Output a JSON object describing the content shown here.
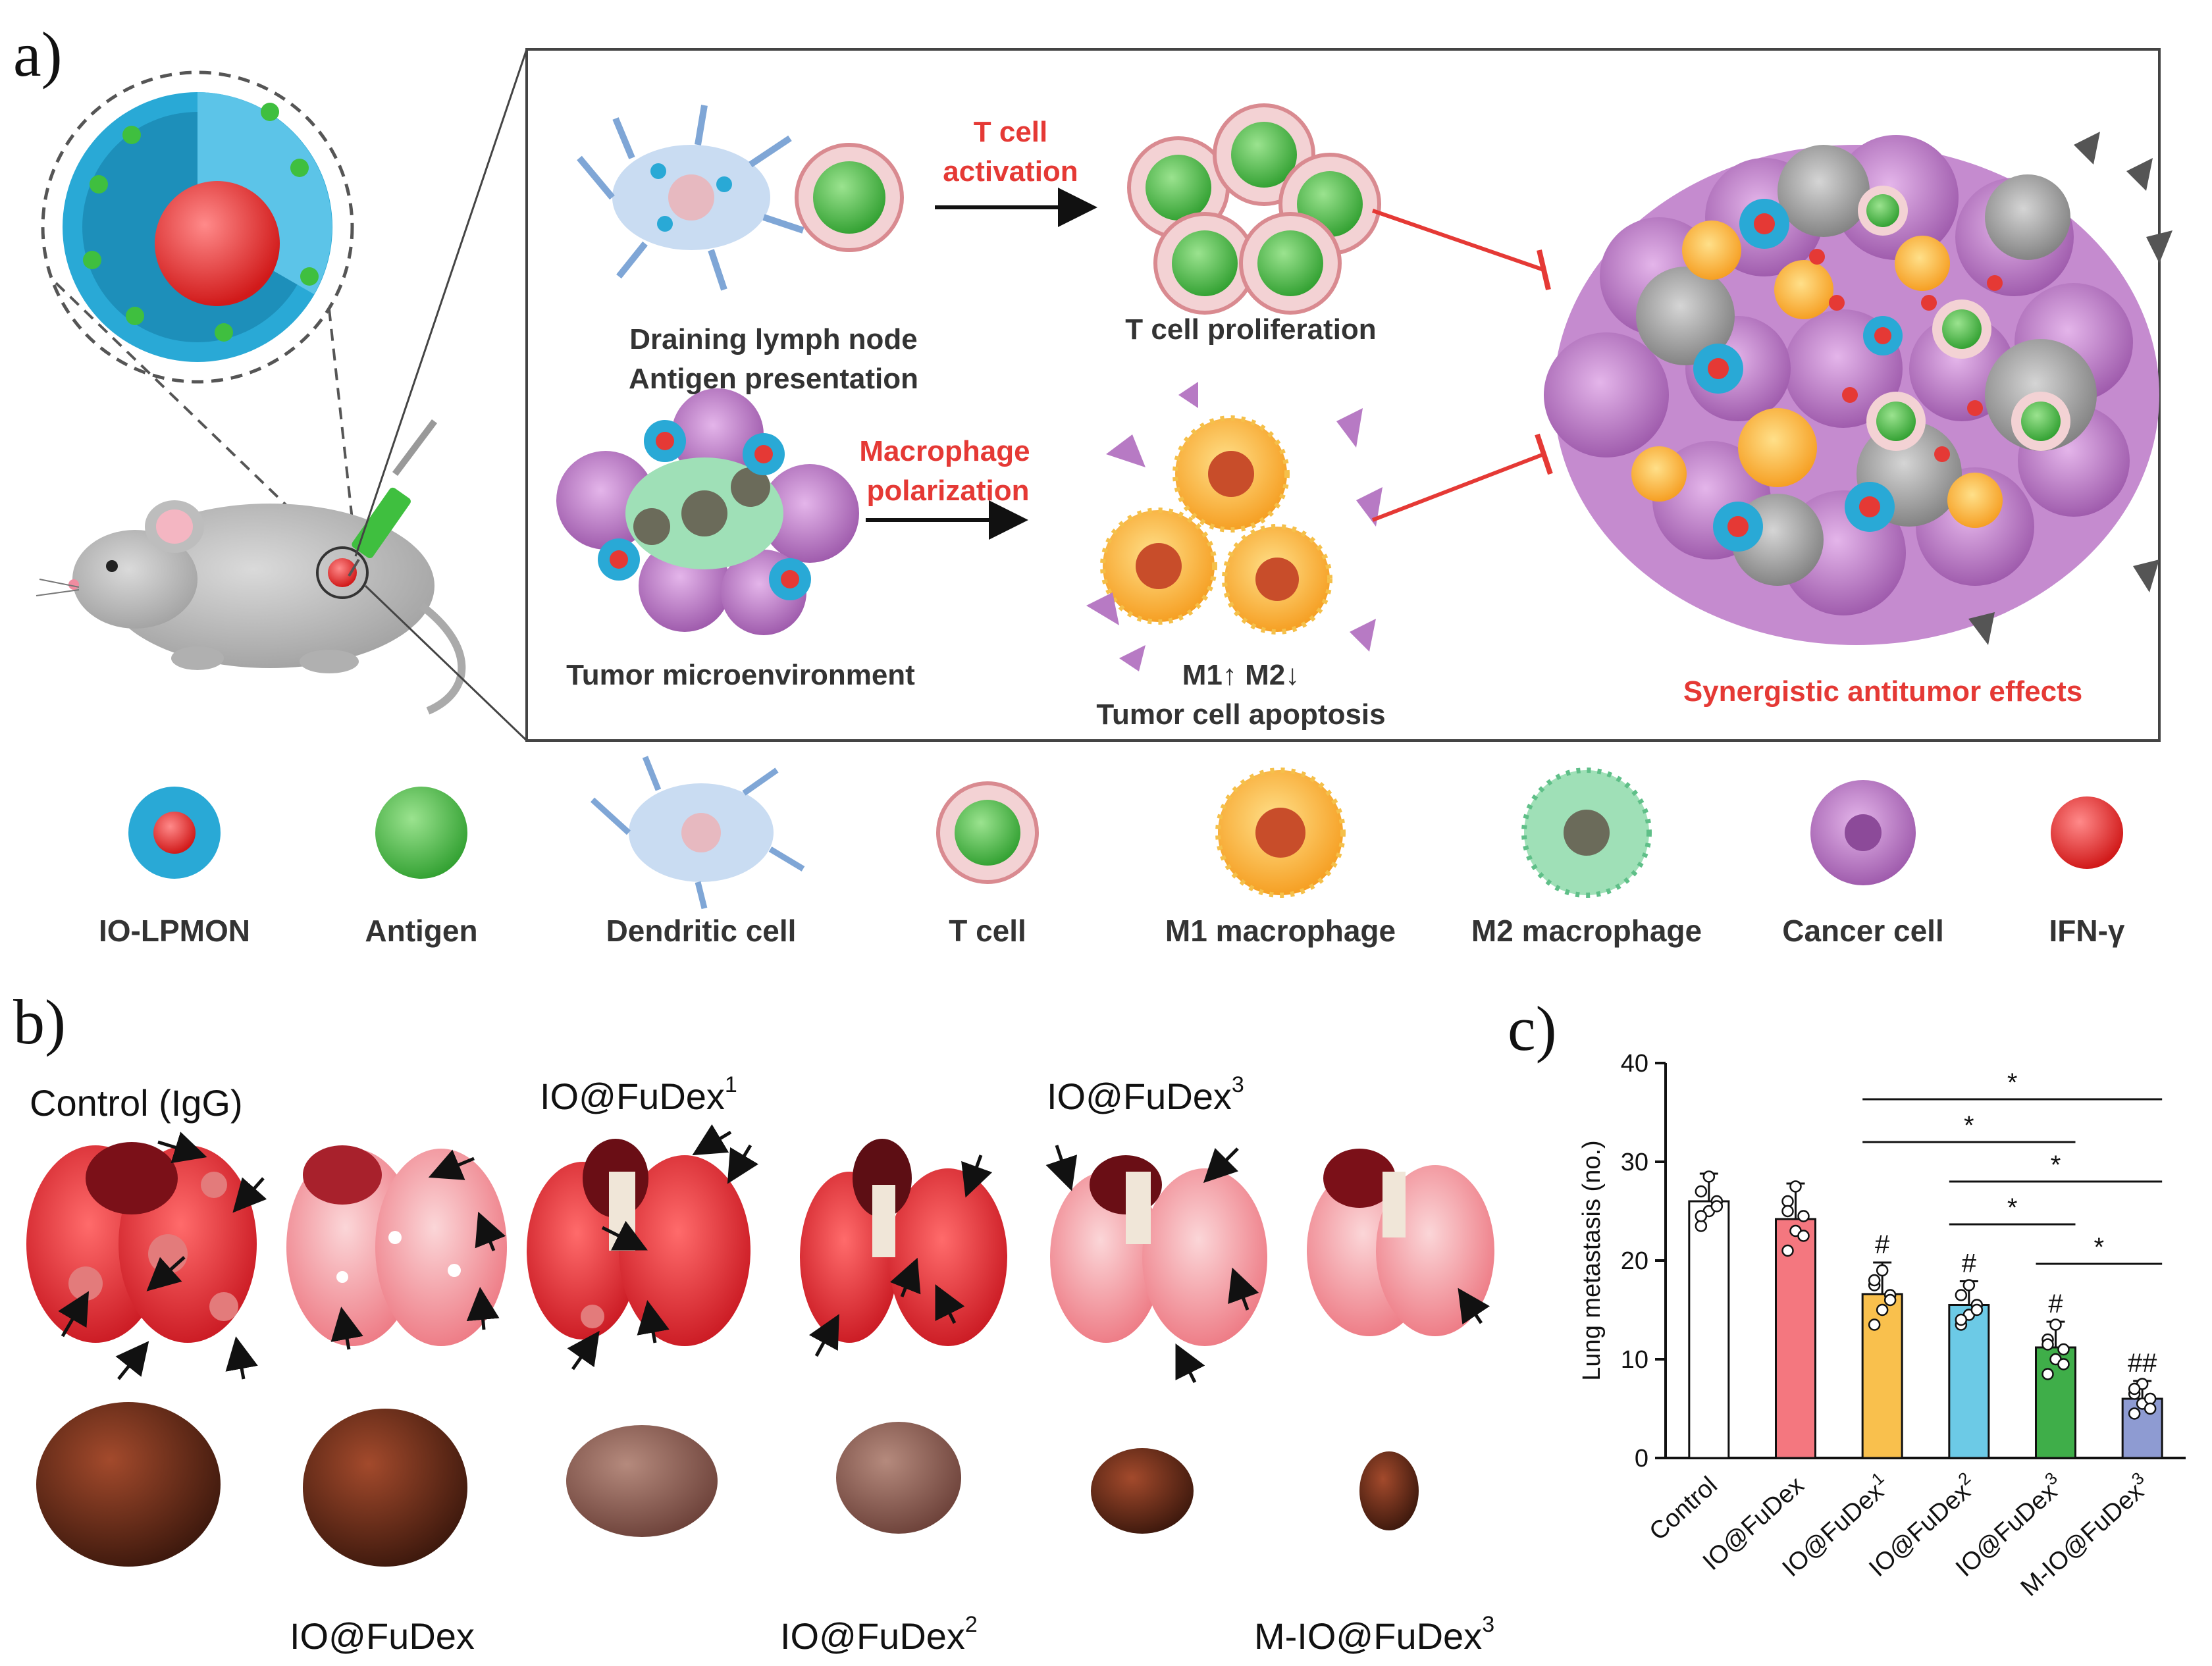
{
  "panel_a": {
    "letter": "a)",
    "steps": {
      "lymph_node_line1": "Draining lymph node",
      "lymph_node_line2": "Antigen presentation",
      "t_activation_line1": "T cell",
      "t_activation_line2": "activation",
      "t_proliferation": "T cell proliferation",
      "tumor_microenv": "Tumor microenvironment",
      "macrophage_line1": "Macrophage",
      "macrophage_line2": "polarization",
      "m1m2": "M1↑ M2↓",
      "apoptosis": "Tumor cell apoptosis",
      "synergy": "Synergistic antitumor effects"
    },
    "legend": [
      {
        "label": "IO-LPMON"
      },
      {
        "label": "Antigen"
      },
      {
        "label": "Dendritic cell"
      },
      {
        "label": "T cell"
      },
      {
        "label": "M1 macrophage"
      },
      {
        "label": "M2 macrophage"
      },
      {
        "label": "Cancer cell"
      },
      {
        "label": "IFN-γ"
      }
    ],
    "colors": {
      "red_text": "#e53935",
      "nanoparticle_blue": "#29a9d6",
      "antigen_green": "#3fbf3f",
      "cancer_purple": "#b77ac4",
      "macrophage_orange": "#f5a623"
    }
  },
  "panel_b": {
    "letter": "b)",
    "groups": [
      "Control (IgG)",
      "IO@FuDex",
      "IO@FuDex1",
      "IO@FuDex2",
      "IO@FuDex3",
      "M-IO@FuDex3"
    ],
    "labels": {
      "control": "Control (IgG)",
      "io_fudex": "IO@FuDex",
      "io_fudex1_base": "IO@FuDex",
      "io_fudex1_sup": "1",
      "io_fudex2_base": "IO@FuDex",
      "io_fudex2_sup": "2",
      "io_fudex3_base": "IO@FuDex",
      "io_fudex3_sup": "3",
      "m_io_fudex3_base": "M-IO@FuDex",
      "m_io_fudex3_sup": "3"
    }
  },
  "panel_c": {
    "letter": "c)",
    "significance": {
      "star": "*",
      "hash": "#",
      "double_hash": "##"
    }
  },
  "chart_data": {
    "type": "bar",
    "categories": [
      "Control",
      "IO@FuDex",
      "IO@FuDex1",
      "IO@FuDex2",
      "IO@FuDex3",
      "M-IO@FuDex3"
    ],
    "category_display": [
      {
        "base": "Control",
        "sup": ""
      },
      {
        "base": "IO@FuDex",
        "sup": ""
      },
      {
        "base": "IO@FuDex",
        "sup": "1"
      },
      {
        "base": "IO@FuDex",
        "sup": "2"
      },
      {
        "base": "IO@FuDex",
        "sup": "3"
      },
      {
        "base": "M-IO@FuDex",
        "sup": "3"
      }
    ],
    "values": [
      26,
      24.2,
      16.6,
      15.5,
      11.2,
      6.0
    ],
    "errors": [
      2.8,
      3.6,
      3.2,
      2.4,
      2.6,
      1.8
    ],
    "points": [
      [
        23.5,
        25,
        26,
        27,
        28.5,
        25.5,
        24.5
      ],
      [
        21,
        23,
        24.5,
        26,
        27.5,
        22.5,
        25
      ],
      [
        13.5,
        15,
        16.5,
        17.5,
        19,
        16,
        18
      ],
      [
        13.5,
        14.5,
        15.5,
        16.5,
        17.5,
        15,
        14
      ],
      [
        8.5,
        10,
        11,
        12,
        13.5,
        9.5,
        11.5
      ],
      [
        4.5,
        5.5,
        6,
        6.5,
        7.5,
        5,
        7
      ]
    ],
    "bar_colors": [
      "#ffffff",
      "#f4777f",
      "#f9c04d",
      "#6ccae6",
      "#3fae49",
      "#8e9bd2"
    ],
    "markers": [
      "",
      "",
      "#",
      "#",
      "#",
      "##"
    ],
    "brackets": [
      {
        "from": 2,
        "to": 5,
        "label": "*"
      },
      {
        "from": 2,
        "to": 4,
        "label": "*"
      },
      {
        "from": 3,
        "to": 5,
        "label": "*"
      },
      {
        "from": 3,
        "to": 4,
        "label": "*"
      },
      {
        "from": 4,
        "to": 5,
        "label": "*"
      }
    ],
    "ylabel": "Lung metastasis (no.)",
    "xlabel": "",
    "ylim": [
      0,
      40
    ],
    "yticks": [
      0,
      10,
      20,
      30,
      40
    ]
  }
}
